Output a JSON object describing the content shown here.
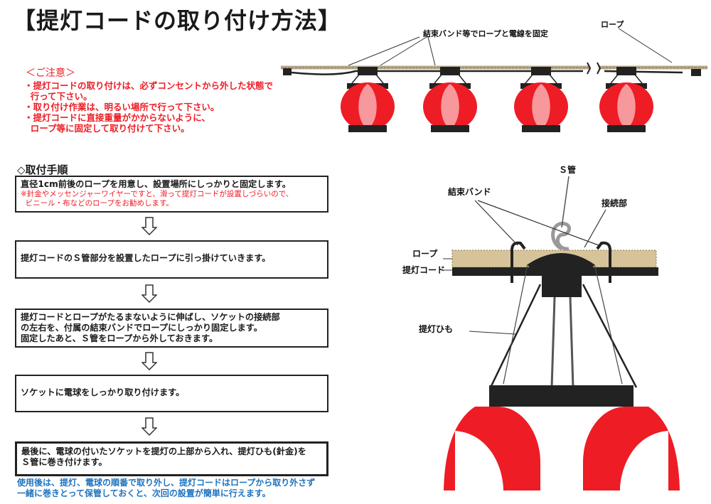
{
  "title": "【提灯コードの取り付け方法】",
  "caution": {
    "heading": "＜ご注意＞",
    "lines": [
      "・提灯コードの取り付けは、必ずコンセントから外した状態で",
      "  行って下さい。",
      "・取り付け作業は、明るい場所で行って下さい。",
      "・提灯コードに直接重量がかからないように、",
      "  ロープ等に固定して取り付けて下さい。"
    ]
  },
  "procedure_heading": "◇取付手順",
  "steps": [
    {
      "lines": [
        "直径1cm前後のロープを用意し、設置場所にしっかりと固定します。"
      ],
      "note": [
        "※針金やメッセンジャーワイヤーですと、滑って提灯コードが設置しづらいので、",
        "  ビニール・布などのロープをお勧めします。"
      ]
    },
    {
      "lines": [
        "提灯コードのＳ管部分を設置したロープに引っ掛けていきます。"
      ]
    },
    {
      "lines": [
        "提灯コードとロープがたるまないように伸ばし、ソケットの接続部",
        "の左右を、付属の結束バンドでロープにしっかり固定します。",
        "固定したあと、Ｓ管をロープから外しておきます。"
      ]
    },
    {
      "lines": [
        "ソケットに電球をしっかり取り付けます。"
      ]
    },
    {
      "lines": [
        "最後に、電球の付いたソケットを提灯の上部から入れ、提灯ひも(針金)を",
        "Ｓ管に巻き付けます。"
      ]
    }
  ],
  "after": [
    "使用後は、提灯、電球の順番で取り外し、提灯コードはロープから取り外さず",
    "一緒に巻きとって保管しておくと、次回の設置が簡単に行えます。"
  ],
  "top_diagram": {
    "band_label": "結束バンド等でロープと電線を固定",
    "rope_label": "ロープ"
  },
  "detail_diagram": {
    "s_tube": "Ｓ管",
    "band": "結束バンド",
    "joint": "接続部",
    "rope": "ロープ",
    "cord": "提灯コード",
    "string": "提灯ひも"
  },
  "colors": {
    "lantern_red": "#ee1c25",
    "caution_red": "#ee1c25",
    "after_blue": "#1e73be"
  }
}
